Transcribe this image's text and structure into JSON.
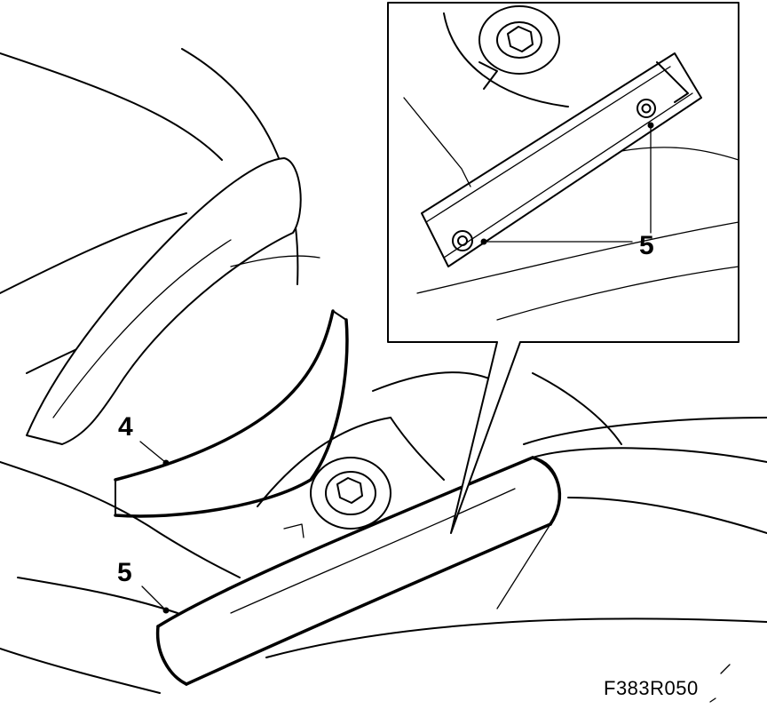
{
  "callouts": {
    "part_4": "4",
    "part_5_left": "5",
    "part_5_inset": "5"
  },
  "figure_code": "F383R050"
}
